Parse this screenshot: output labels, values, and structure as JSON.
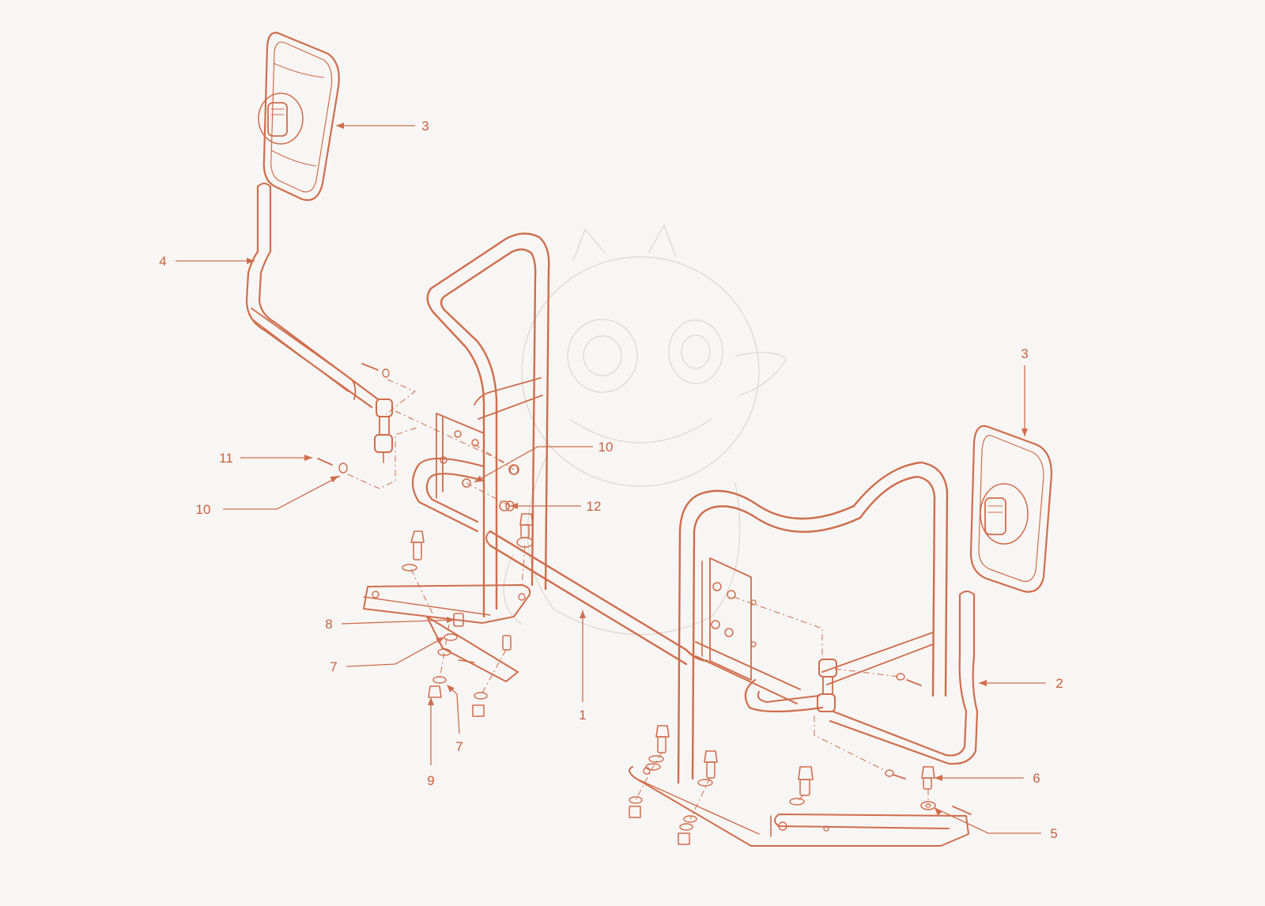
{
  "colors": {
    "background": "#f8f6f4",
    "line": "#cf6d4c",
    "label": "#c9603f",
    "watermark": "#dcd6d2"
  },
  "callouts": [
    {
      "label": "3"
    },
    {
      "label": "4"
    },
    {
      "label": "11"
    },
    {
      "label": "10"
    },
    {
      "label": "10"
    },
    {
      "label": "12"
    },
    {
      "label": "8"
    },
    {
      "label": "7"
    },
    {
      "label": "7"
    },
    {
      "label": "9"
    },
    {
      "label": "1"
    },
    {
      "label": "3"
    },
    {
      "label": "2"
    },
    {
      "label": "6"
    },
    {
      "label": "5"
    }
  ]
}
